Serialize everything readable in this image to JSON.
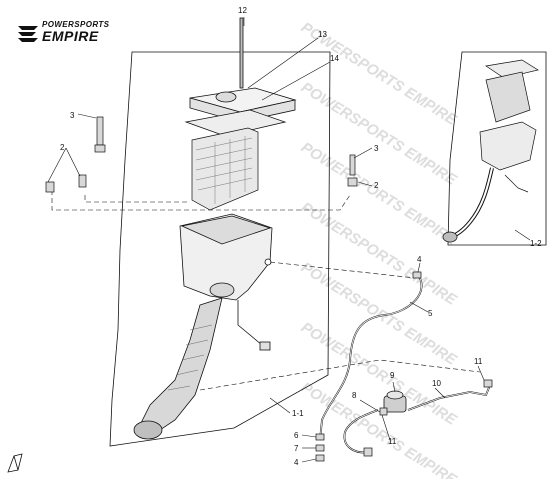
{
  "brand": {
    "small_text": "POWERSPORTS",
    "main_text": "EMPIRE",
    "watermark_text": "POWERSPORTS EMPIRE"
  },
  "diagram": {
    "callouts": [
      "12",
      "13",
      "14",
      "3",
      "2",
      "3",
      "2",
      "4",
      "5",
      "1-1",
      "1-2",
      "6",
      "7",
      "4",
      "8",
      "9",
      "10",
      "11",
      "11"
    ]
  },
  "colors": {
    "ink": "#111111",
    "watermark": "#d9d9d9"
  }
}
